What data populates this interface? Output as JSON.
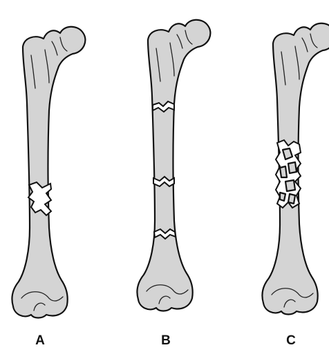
{
  "colors": {
    "bone_fill": "#d4d4d4",
    "outline": "#111111",
    "background": "#ffffff"
  },
  "figures": [
    {
      "label": "A"
    },
    {
      "label": "B"
    },
    {
      "label": "C"
    }
  ]
}
